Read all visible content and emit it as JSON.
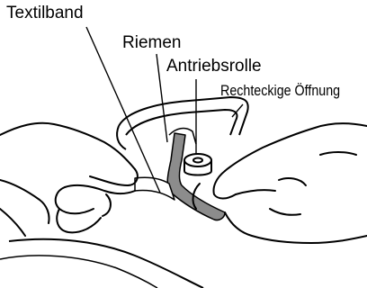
{
  "figure": {
    "labels": {
      "fabric_band": "Textilband",
      "belt": "Riemen",
      "drive_roller": "Antriebsrolle",
      "rectangular_opening": "Rechteckige Öffnung"
    }
  }
}
